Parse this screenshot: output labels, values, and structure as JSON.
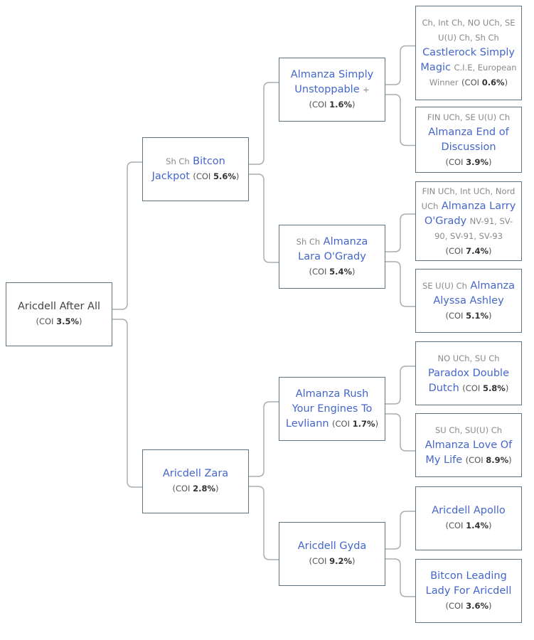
{
  "coi_label": "COI",
  "dogs": [
    {
      "before": "",
      "name": "Aricdell After All",
      "after": "",
      "coi": "3.5%"
    },
    {
      "before": "Sh Ch",
      "name": "Bitcon Jackpot",
      "after": "",
      "coi": "5.6%"
    },
    {
      "before": "",
      "name": "Aricdell Zara",
      "after": "",
      "coi": "2.8%"
    },
    {
      "before": "",
      "name": "Almanza Simply Unstoppable",
      "after": "+",
      "coi": "1.6%"
    },
    {
      "before": "Sh Ch",
      "name": "Almanza Lara O'Grady",
      "after": "",
      "coi": "5.4%"
    },
    {
      "before": "",
      "name": "Almanza Rush Your Engines To Levliann",
      "after": "",
      "coi": "1.7%"
    },
    {
      "before": "",
      "name": "Aricdell Gyda",
      "after": "",
      "coi": "9.2%"
    },
    {
      "before": "Ch, Int Ch, NO UCh, SE U(U) Ch, Sh Ch",
      "name": "Castlerock Simply Magic",
      "after": "C.I.E, European Winner",
      "coi": "0.6%"
    },
    {
      "before": "FIN UCh, SE U(U) Ch",
      "name": "Almanza End of Discussion",
      "after": "",
      "coi": "3.9%"
    },
    {
      "before": "FIN UCh, Int UCh, Nord UCh",
      "name": "Almanza Larry O'Grady",
      "after": "NV-91, SV-90, SV-91, SV-93",
      "coi": "7.4%"
    },
    {
      "before": "SE U(U) Ch",
      "name": "Almanza Alyssa Ashley",
      "after": "",
      "coi": "5.1%"
    },
    {
      "before": "NO UCh, SU Ch",
      "name": "Paradox Double Dutch",
      "after": "",
      "coi": "5.8%"
    },
    {
      "before": "SU Ch, SU(U) Ch",
      "name": "Almanza Love Of My Life",
      "after": "",
      "coi": "8.9%"
    },
    {
      "before": "",
      "name": "Aricdell Apollo",
      "after": "",
      "coi": "1.4%"
    },
    {
      "before": "",
      "name": "Bitcon Leading Lady For Aricdell",
      "after": "",
      "coi": "3.6%"
    }
  ]
}
